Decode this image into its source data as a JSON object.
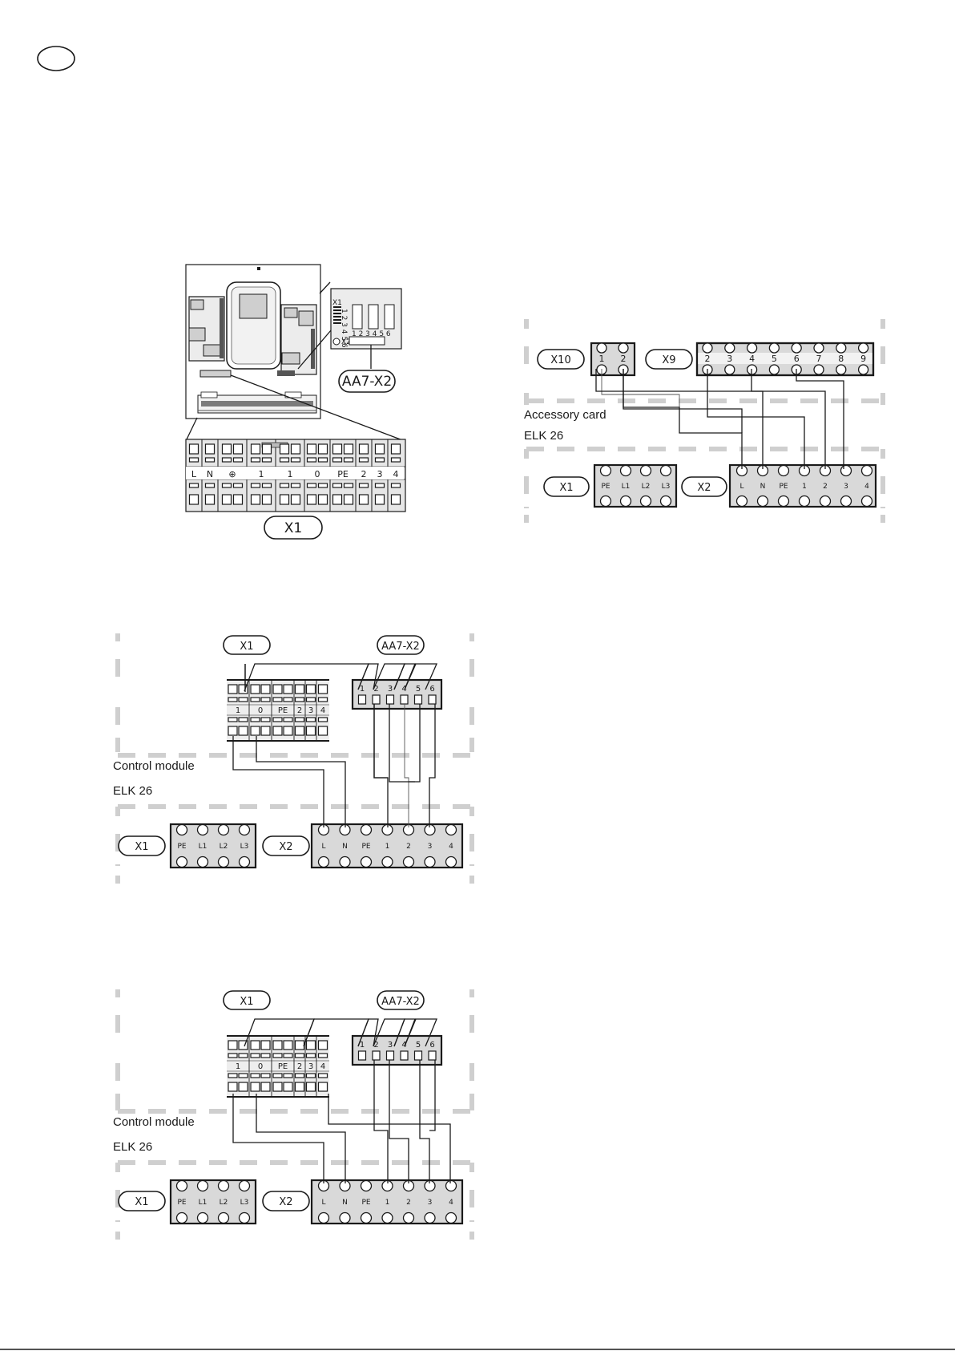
{
  "labels": {
    "x1": "X1",
    "x2": "X2",
    "x9": "X9",
    "x10": "X10",
    "aa7x2": "AA7-X2",
    "accessory_card": "Accessory card",
    "elk26": "ELK 26",
    "control_module": "Control module"
  },
  "overview": {
    "x1_terminals": [
      "L",
      "N",
      "⊕",
      "1",
      "1",
      "0",
      "PE",
      "2",
      "3",
      "4"
    ],
    "board_x1_label": "X1",
    "board_x1_numbers": "1 2 3 4 5 6",
    "board_x2_label": "X2",
    "board_aa7_numbers": "1 2 3 4 5 6"
  },
  "elk26_x1_terminals": [
    "PE",
    "L1",
    "L2",
    "L3"
  ],
  "elk26_x2_terminals": [
    "L",
    "N",
    "PE",
    "1",
    "2",
    "3",
    "4"
  ],
  "accessory_x10_terminals": [
    "1",
    "2"
  ],
  "accessory_x9_terminals": [
    "2",
    "3",
    "4",
    "5",
    "6",
    "7",
    "8",
    "9"
  ],
  "control_x1_terminals": [
    "1",
    "0",
    "PE",
    "2",
    "3",
    "4"
  ],
  "aa7x2_terminals": [
    "1",
    "2",
    "3",
    "4",
    "5",
    "6"
  ]
}
